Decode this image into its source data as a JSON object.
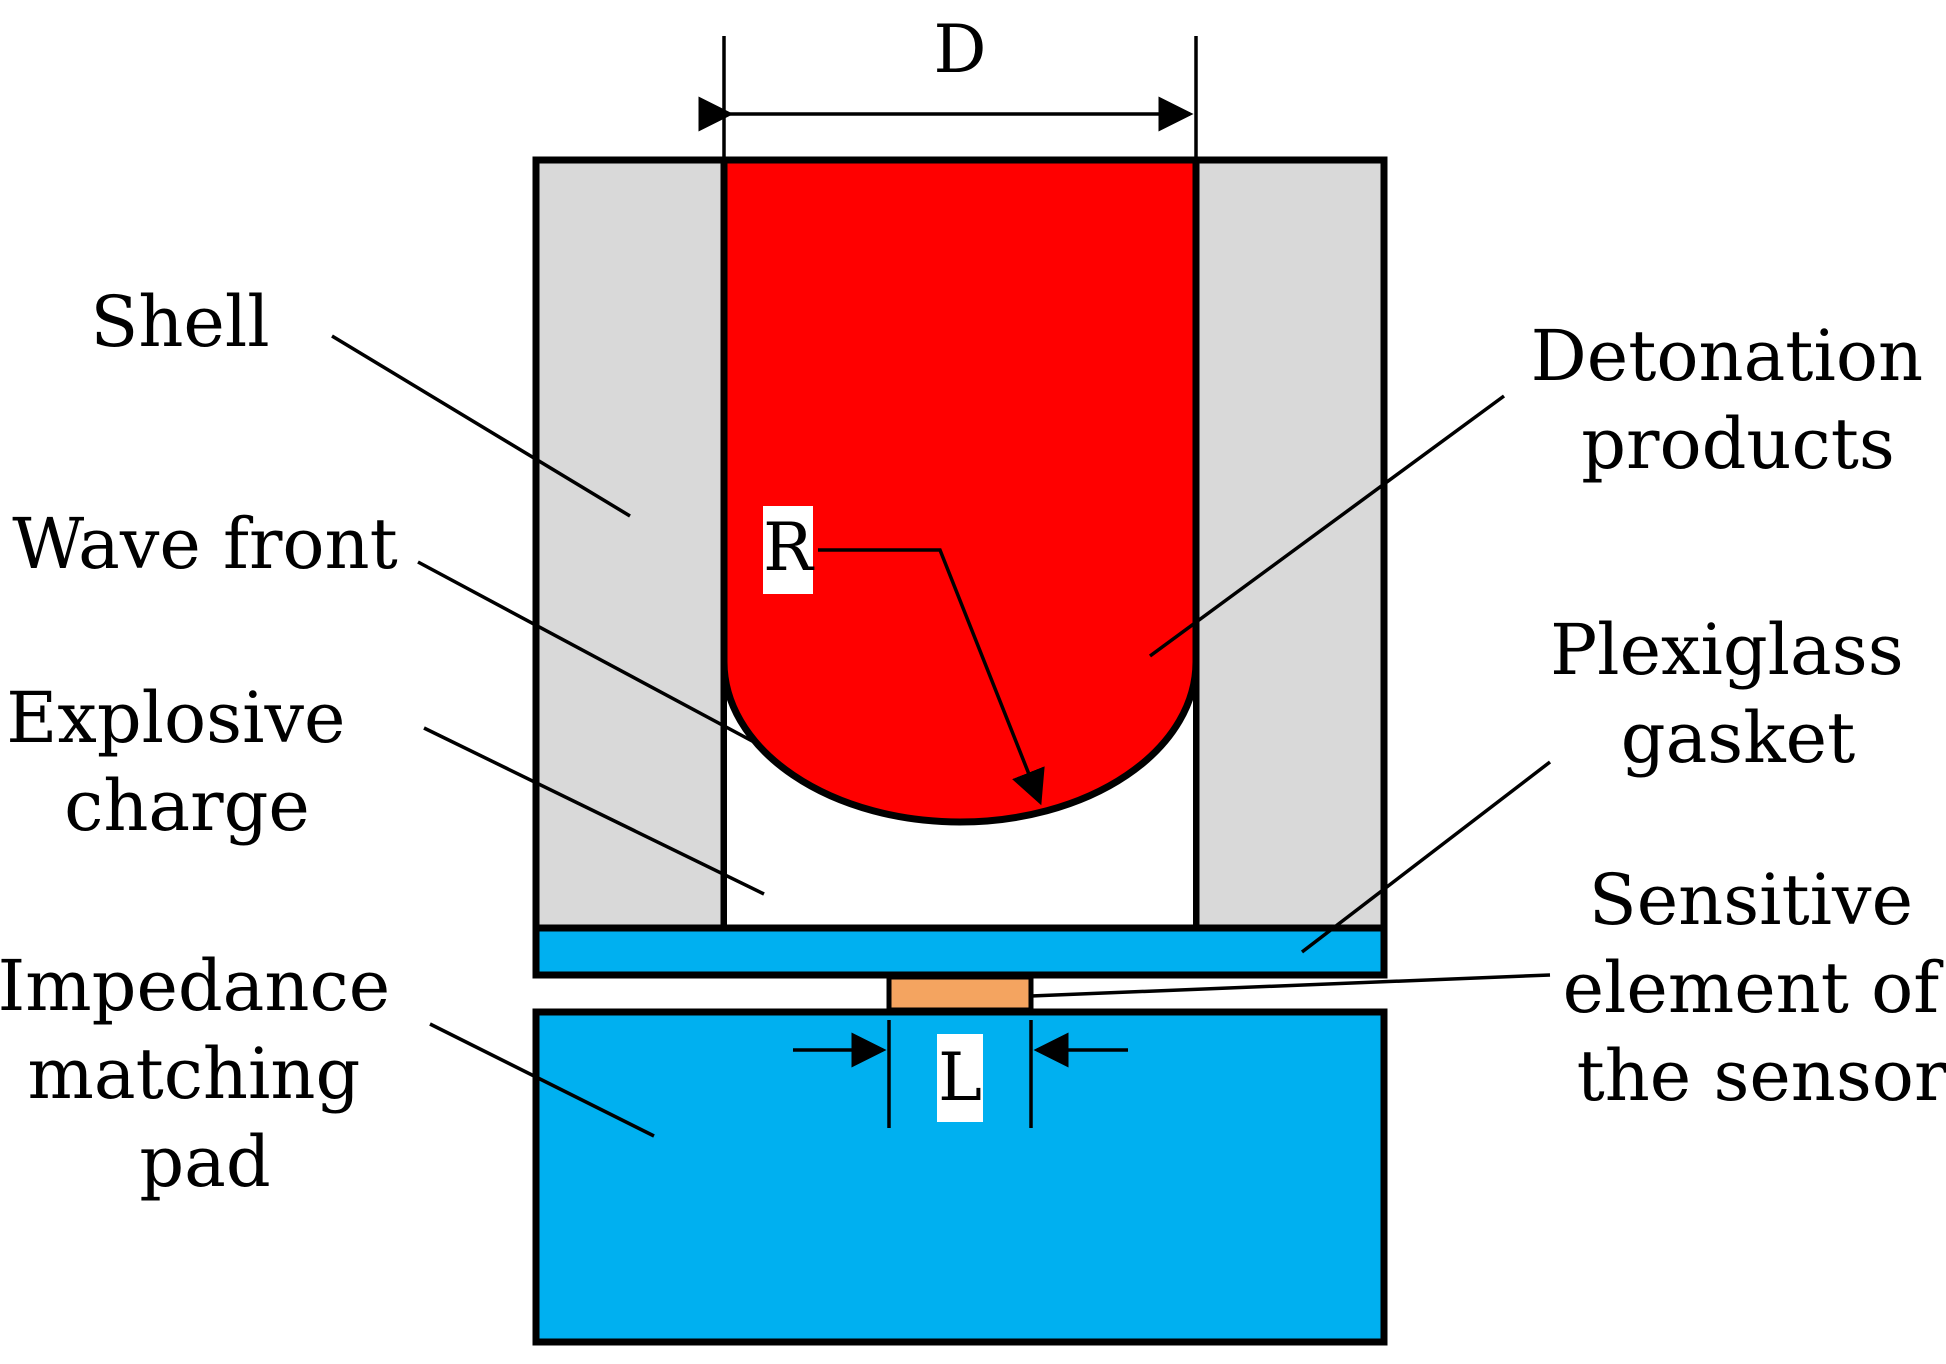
{
  "colors": {
    "shell": "#d9d9d9",
    "detonation_products": "#ff0000",
    "plexiglass": "#00b0f0",
    "impedance_pad": "#00b0f0",
    "sensor": "#f4a460",
    "outline": "#000000"
  },
  "dimensions": {
    "diameter": "D",
    "radius": "R",
    "sensor_length": "L"
  },
  "labels": {
    "shell": [
      "Shell"
    ],
    "wave_front": [
      "Wave front"
    ],
    "explosive_charge": [
      "Explosive",
      "charge"
    ],
    "impedance_pad": [
      "Impedance",
      "matching",
      "pad"
    ],
    "detonation_products": [
      "Detonation",
      "products"
    ],
    "plexiglass_gasket": [
      "Plexiglass",
      "gasket"
    ],
    "sensor_element": [
      "Sensitive",
      "element of",
      "the sensor"
    ]
  }
}
